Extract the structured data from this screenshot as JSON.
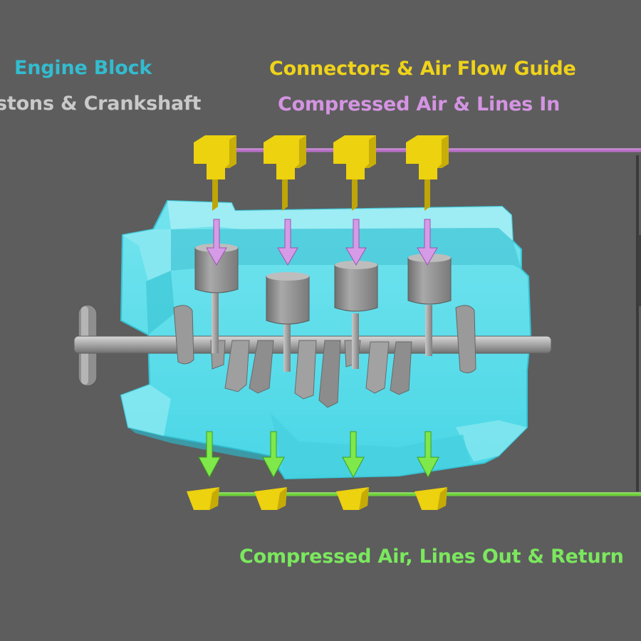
{
  "labels": {
    "engine_block": "Engine Block",
    "pistons_crankshaft": "stons & Crankshaft",
    "connectors_guide": "Connectors & Air Flow Guide",
    "air_in": "Compressed Air & Lines In",
    "air_out": "Compressed Air, Lines Out & Return"
  },
  "colors": {
    "background": "#5d5d5d",
    "engine_block": "#5ee3f0",
    "pistons": "#8c8c8c",
    "connectors": "#ecd20f",
    "line_in": "#b86fc7",
    "arrow_in": "#d69be6",
    "line_out": "#6ecf3a",
    "arrow_out": "#7fe84a"
  },
  "diagram": {
    "intake_connectors": 4,
    "pistons": 4,
    "exhaust_connectors": 4
  }
}
